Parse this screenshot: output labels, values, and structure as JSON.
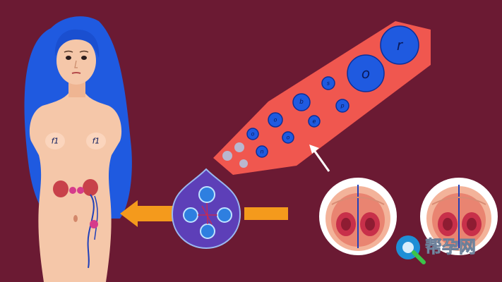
{
  "colors": {
    "background": "#6b1a33",
    "skin": "#f5c7a9",
    "hair": "#1f5ae0",
    "tube": "#f0574f",
    "cell": "#1f5ae0",
    "arrow": "#f49a1c"
  },
  "figure": {
    "breast_left_label": "f1",
    "breast_right_label": "f1"
  },
  "cells": [
    {
      "label": "r",
      "value": "1"
    },
    {
      "label": "o",
      "value": "1"
    },
    {
      "label": "s",
      "value": "1"
    },
    {
      "label": "b",
      "value": "1"
    },
    {
      "label": "p",
      "value": "1"
    },
    {
      "label": "o",
      "value": "1"
    },
    {
      "label": "e",
      "value": "1"
    },
    {
      "label": "o",
      "value": "1"
    },
    {
      "label": "o",
      "value": "1"
    },
    {
      "label": "n",
      "value": "1"
    }
  ],
  "watermark": {
    "text": "帮孕网",
    "icon": "q-logo-icon"
  }
}
